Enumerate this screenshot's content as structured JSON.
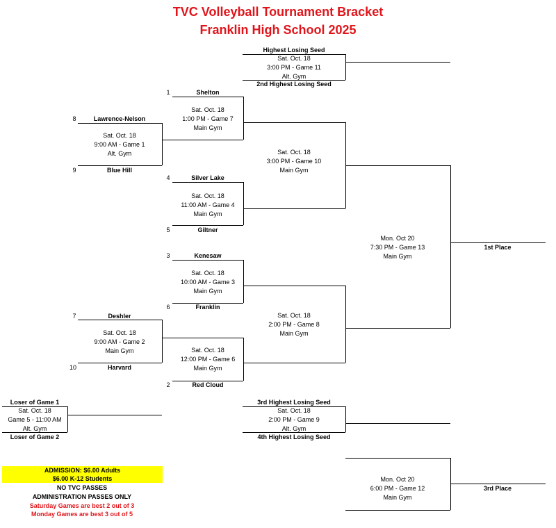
{
  "title": {
    "line1": "TVC Volleyball Tournament Bracket",
    "line2": "Franklin High School 2025"
  },
  "teams": {
    "lawrence_nelson": {
      "seed": "8",
      "name": "Lawrence-Nelson"
    },
    "blue_hill": {
      "seed": "9",
      "name": "Blue Hill"
    },
    "deshler": {
      "seed": "7",
      "name": "Deshler"
    },
    "harvard": {
      "seed": "10",
      "name": "Harvard"
    },
    "shelton": {
      "seed": "1",
      "name": "Shelton"
    },
    "silver_lake": {
      "seed": "4",
      "name": "Silver Lake"
    },
    "giltner": {
      "seed": "5",
      "name": "Giltner"
    },
    "kenesaw": {
      "seed": "3",
      "name": "Kenesaw"
    },
    "franklin": {
      "seed": "6",
      "name": "Franklin"
    },
    "red_cloud": {
      "seed": "2",
      "name": "Red Cloud"
    }
  },
  "consolation": {
    "loser1": "Loser of Game 1",
    "loser2": "Loser of Game 2",
    "highest": "Highest Losing Seed",
    "second": "2nd Highest Losing Seed",
    "third": "3rd Highest Losing Seed",
    "fourth": "4th Highest Losing Seed"
  },
  "games": {
    "g1": {
      "day": "Sat. Oct. 18",
      "time": "9:00 AM - Game 1",
      "gym": "Alt. Gym"
    },
    "g2": {
      "day": "Sat. Oct. 18",
      "time": "9:00 AM - Game 2",
      "gym": "Main Gym"
    },
    "g3": {
      "day": "Sat. Oct. 18",
      "time": "10:00 AM - Game 3",
      "gym": "Main Gym"
    },
    "g4": {
      "day": "Sat. Oct. 18",
      "time": "11:00 AM - Game 4",
      "gym": "Main Gym"
    },
    "g5": {
      "day": "Sat. Oct. 18",
      "time": "Game 5 - 11:00 AM",
      "gym": "Alt. Gym"
    },
    "g6": {
      "day": "Sat. Oct. 18",
      "time": "12:00 PM - Game 6",
      "gym": "Main Gym"
    },
    "g7": {
      "day": "Sat. Oct. 18",
      "time": "1:00 PM - Game 7",
      "gym": "Main Gym"
    },
    "g8": {
      "day": "Sat. Oct. 18",
      "time": "2:00 PM - Game 8",
      "gym": "Main Gym"
    },
    "g9": {
      "day": "Sat. Oct. 18",
      "time": "2:00 PM - Game 9",
      "gym": "Alt. Gym"
    },
    "g10": {
      "day": "Sat. Oct. 18",
      "time": "3:00 PM - Game 10",
      "gym": "Main Gym"
    },
    "g11": {
      "day": "Sat. Oct. 18",
      "time": "3:00 PM - Game 11",
      "gym": "Alt. Gym"
    },
    "g12": {
      "day": "Mon. Oct 20",
      "time": "6:00 PM - Game 12",
      "gym": "Main Gym"
    },
    "g13": {
      "day": "Mon. Oct 20",
      "time": "7:30 PM - Game 13",
      "gym": "Main Gym"
    }
  },
  "results": {
    "first": "1st Place",
    "third": "3rd Place"
  },
  "notes": {
    "admission_line1": "ADMISSION:  $6.00 Adults",
    "admission_line2": "$6.00 K-12 Students",
    "no_tvc": "NO TVC PASSES",
    "admin": "ADMINISTRATION PASSES ONLY",
    "saturday": "Saturday Games are best 2 out of 3",
    "monday": "Monday Games are best 3 out of 5"
  },
  "colors": {
    "title_red": "#e0151b",
    "highlight_yellow": "#ffff00"
  }
}
